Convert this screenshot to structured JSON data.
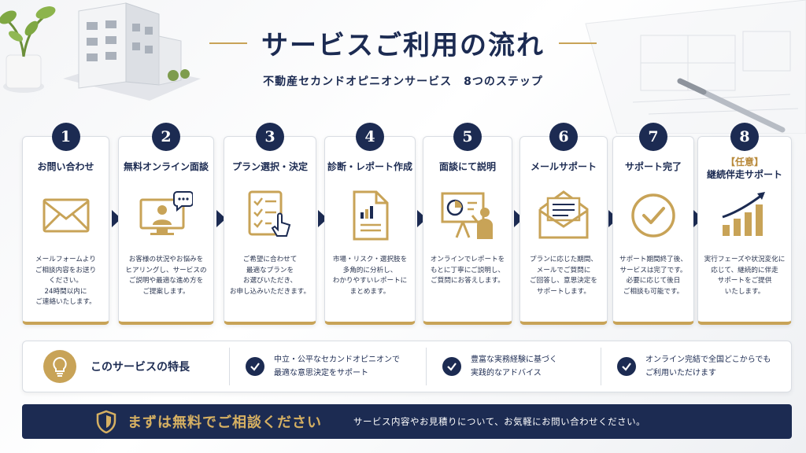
{
  "title": "サービスご利用の流れ",
  "subtitle": "不動産セカンドオピニオンサービス　8つのステップ",
  "colors": {
    "navy": "#1c2b52",
    "gold": "#c8a357"
  },
  "steps": [
    {
      "number": "1",
      "title": "お問い合わせ",
      "subtitle": "",
      "icon": "envelope-icon",
      "description": "メールフォームより\nご相談内容をお送り\nください。\n24時間以内に\nご連絡いたします。"
    },
    {
      "number": "2",
      "title": "無料オンライン面談",
      "subtitle": "",
      "icon": "video-call-icon",
      "description": "お客様の状況やお悩みを\nヒアリングし、サービスの\nご説明や最適な進め方を\nご提案します。"
    },
    {
      "number": "3",
      "title": "プラン選択・決定",
      "subtitle": "",
      "icon": "checklist-icon",
      "description": "ご希望に合わせて\n最適なプランを\nお選びいただき、\nお申し込みいただきます。"
    },
    {
      "number": "4",
      "title": "診断・レポート作成",
      "subtitle": "",
      "icon": "report-icon",
      "description": "市場・リスク・選択肢を\n多角的に分析し、\nわかりやすいレポートに\nまとめます。"
    },
    {
      "number": "5",
      "title": "面談にて説明",
      "subtitle": "",
      "icon": "presentation-icon",
      "description": "オンラインでレポートを\nもとに丁寧にご説明し、\nご質問にお答えします。"
    },
    {
      "number": "6",
      "title": "メールサポート",
      "subtitle": "",
      "icon": "open-mail-icon",
      "description": "プランに応じた期間、\nメールでご質問に\nご回答し、意思決定を\nサポートします。"
    },
    {
      "number": "7",
      "title": "サポート完了",
      "subtitle": "",
      "icon": "check-circle-icon",
      "description": "サポート期間終了後、\nサービスは完了です。\n必要に応じて後日\nご相談も可能です。"
    },
    {
      "number": "8",
      "title": "継続伴走サポート",
      "subtitle": "【任意】",
      "icon": "growth-chart-icon",
      "description": "実行フェーズや状況変化に\n応じて、継続的に伴走\nサポートをご提供\nいたします。"
    }
  ],
  "features": {
    "heading": "このサービスの特長",
    "items": [
      "中立・公平なセカンドオピニオンで\n最適な意思決定をサポート",
      "豊富な実務経験に基づく\n実践的なアドバイス",
      "オンライン完結で全国どこからでも\nご利用いただけます"
    ]
  },
  "cta": {
    "main": "まずは無料でご相談ください",
    "sub": "サービス内容やお見積りについて、お気軽にお問い合わせください。"
  }
}
